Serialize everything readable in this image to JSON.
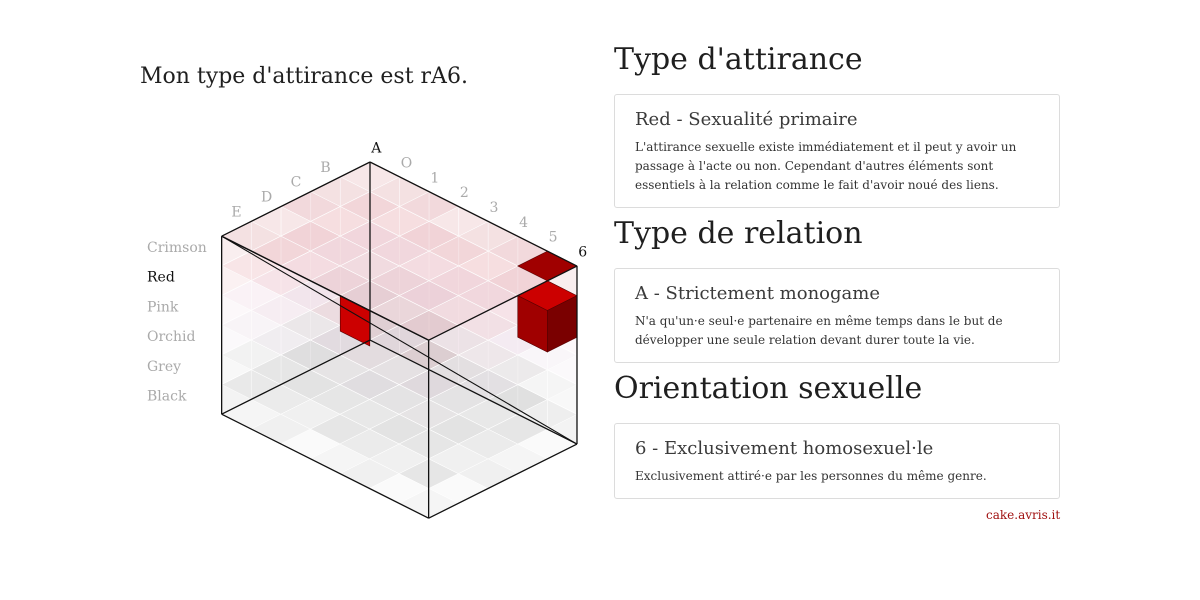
{
  "headline": "Mon type d'attirance est rA6.",
  "cube": {
    "top_axis_labels": [
      "A",
      "O",
      "1",
      "2",
      "3",
      "4",
      "5",
      "6"
    ],
    "side_axis_labels": [
      "B",
      "C",
      "D",
      "E"
    ],
    "row_labels": [
      "Crimson",
      "Red",
      "Pink",
      "Orchid",
      "Grey",
      "Black"
    ],
    "selected": {
      "row": "Red",
      "top": "A",
      "orientation": "6"
    },
    "colors": {
      "accent": "#cc0000",
      "accent_dark": "#a00000",
      "accent_darker": "#7a0000",
      "active_label": "#111111",
      "inactive_label": "#aaaaaa",
      "layer_tints": [
        "#b01020",
        "#c8384a",
        "#d9a0b4",
        "#c7a3c3",
        "#999999",
        "#5a5a5a"
      ]
    }
  },
  "sections": [
    {
      "heading": "Type d'attirance",
      "title": "Red - Sexualité primaire",
      "text": "L'attirance sexuelle existe immédiatement et il peut y avoir un passage à l'acte ou non. Cependant d'autres éléments sont essentiels à la relation comme le fait d'avoir noué des liens."
    },
    {
      "heading": "Type de relation",
      "title": "A - Strictement monogame",
      "text": "N'a qu'un·e seul·e partenaire en même temps dans le but de développer une seule relation devant durer toute la vie."
    },
    {
      "heading": "Orientation sexuelle",
      "title": "6 - Exclusivement homosexuel·le",
      "text": "Exclusivement attiré·e par les personnes du même genre."
    }
  ],
  "footer": {
    "link": "cake.avris.it"
  }
}
